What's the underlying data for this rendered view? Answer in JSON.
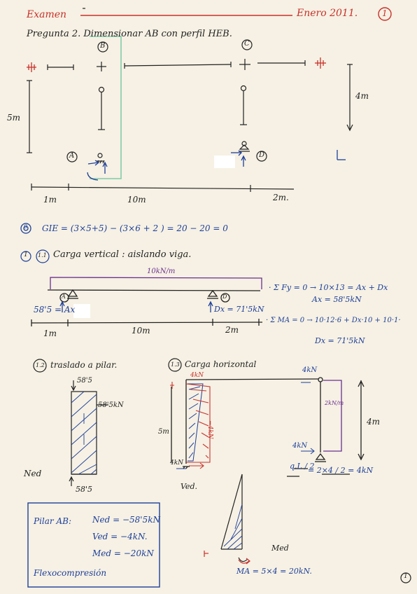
{
  "header": {
    "title": "Examen",
    "date": "Enero 2011.",
    "page_number": "1"
  },
  "question": "Pregunta 2. Dimensionar AB con perfil HEB.",
  "plan": {
    "node_b": "B",
    "node_c": "C",
    "node_a": "A",
    "node_d": "D",
    "height_left": "5m",
    "height_right": "4m",
    "dim_1": "1m",
    "dim_2": "10m",
    "dim_3": "2m."
  },
  "gie": {
    "marker": "0",
    "formula": "GIE = (3×5+5) − (3×6 + 2 ) = 20 − 20 = 0"
  },
  "section_1": {
    "marker": "1",
    "sub_marker": "1.1",
    "title": "Carga vertical : aislando viga."
  },
  "beam": {
    "load": "10kN/m",
    "node_a": "A",
    "node_d": "D",
    "reaction_a": "58'5 = Ax",
    "reaction_d": "Dx = 71'5kN",
    "dim_1": "1m",
    "dim_2": "10m",
    "dim_3": "2m"
  },
  "equations": {
    "sum_fy": "· Σ Fy = 0 → 10×13 = Ax + Dx",
    "ax": "Ax = 58'5kN",
    "sum_ma": "· Σ MA = 0 → 10·12·6 + Dx·10 + 10·1·",
    "dx": "Dx = 71'5kN"
  },
  "section_12": {
    "marker": "1.2",
    "title": "traslado a pilar.",
    "top_load": "58'5",
    "side_label": "58'5kN",
    "bottom_label": "58'5",
    "ned_label": "Ned"
  },
  "section_13": {
    "marker": "1.3",
    "title": "Carga horizontal",
    "label_4kn_a": "4kN",
    "label_4kn_b": "4kN",
    "label_4kn_c": "4kN",
    "label_4kn_d": "4kN",
    "neg_label": "−4kN",
    "dim_5m": "5m",
    "dim_4m": "4m",
    "dist_load": "2kN/m",
    "ved_label": "Ved.",
    "calc_left": "q.L / 2",
    "calc_right": "= 2×4 / 2 = 4kN"
  },
  "summary": {
    "title": "Pilar AB:",
    "ned": "Ned = −58'5kN",
    "ved": "Ved = −4kN.",
    "med": "Med = −20kN",
    "type": "Flexocompresión"
  },
  "moment": {
    "med_label": "Med",
    "ma_label": "MA = 5×4 = 20kN."
  },
  "footer": {
    "page_number": "1"
  }
}
